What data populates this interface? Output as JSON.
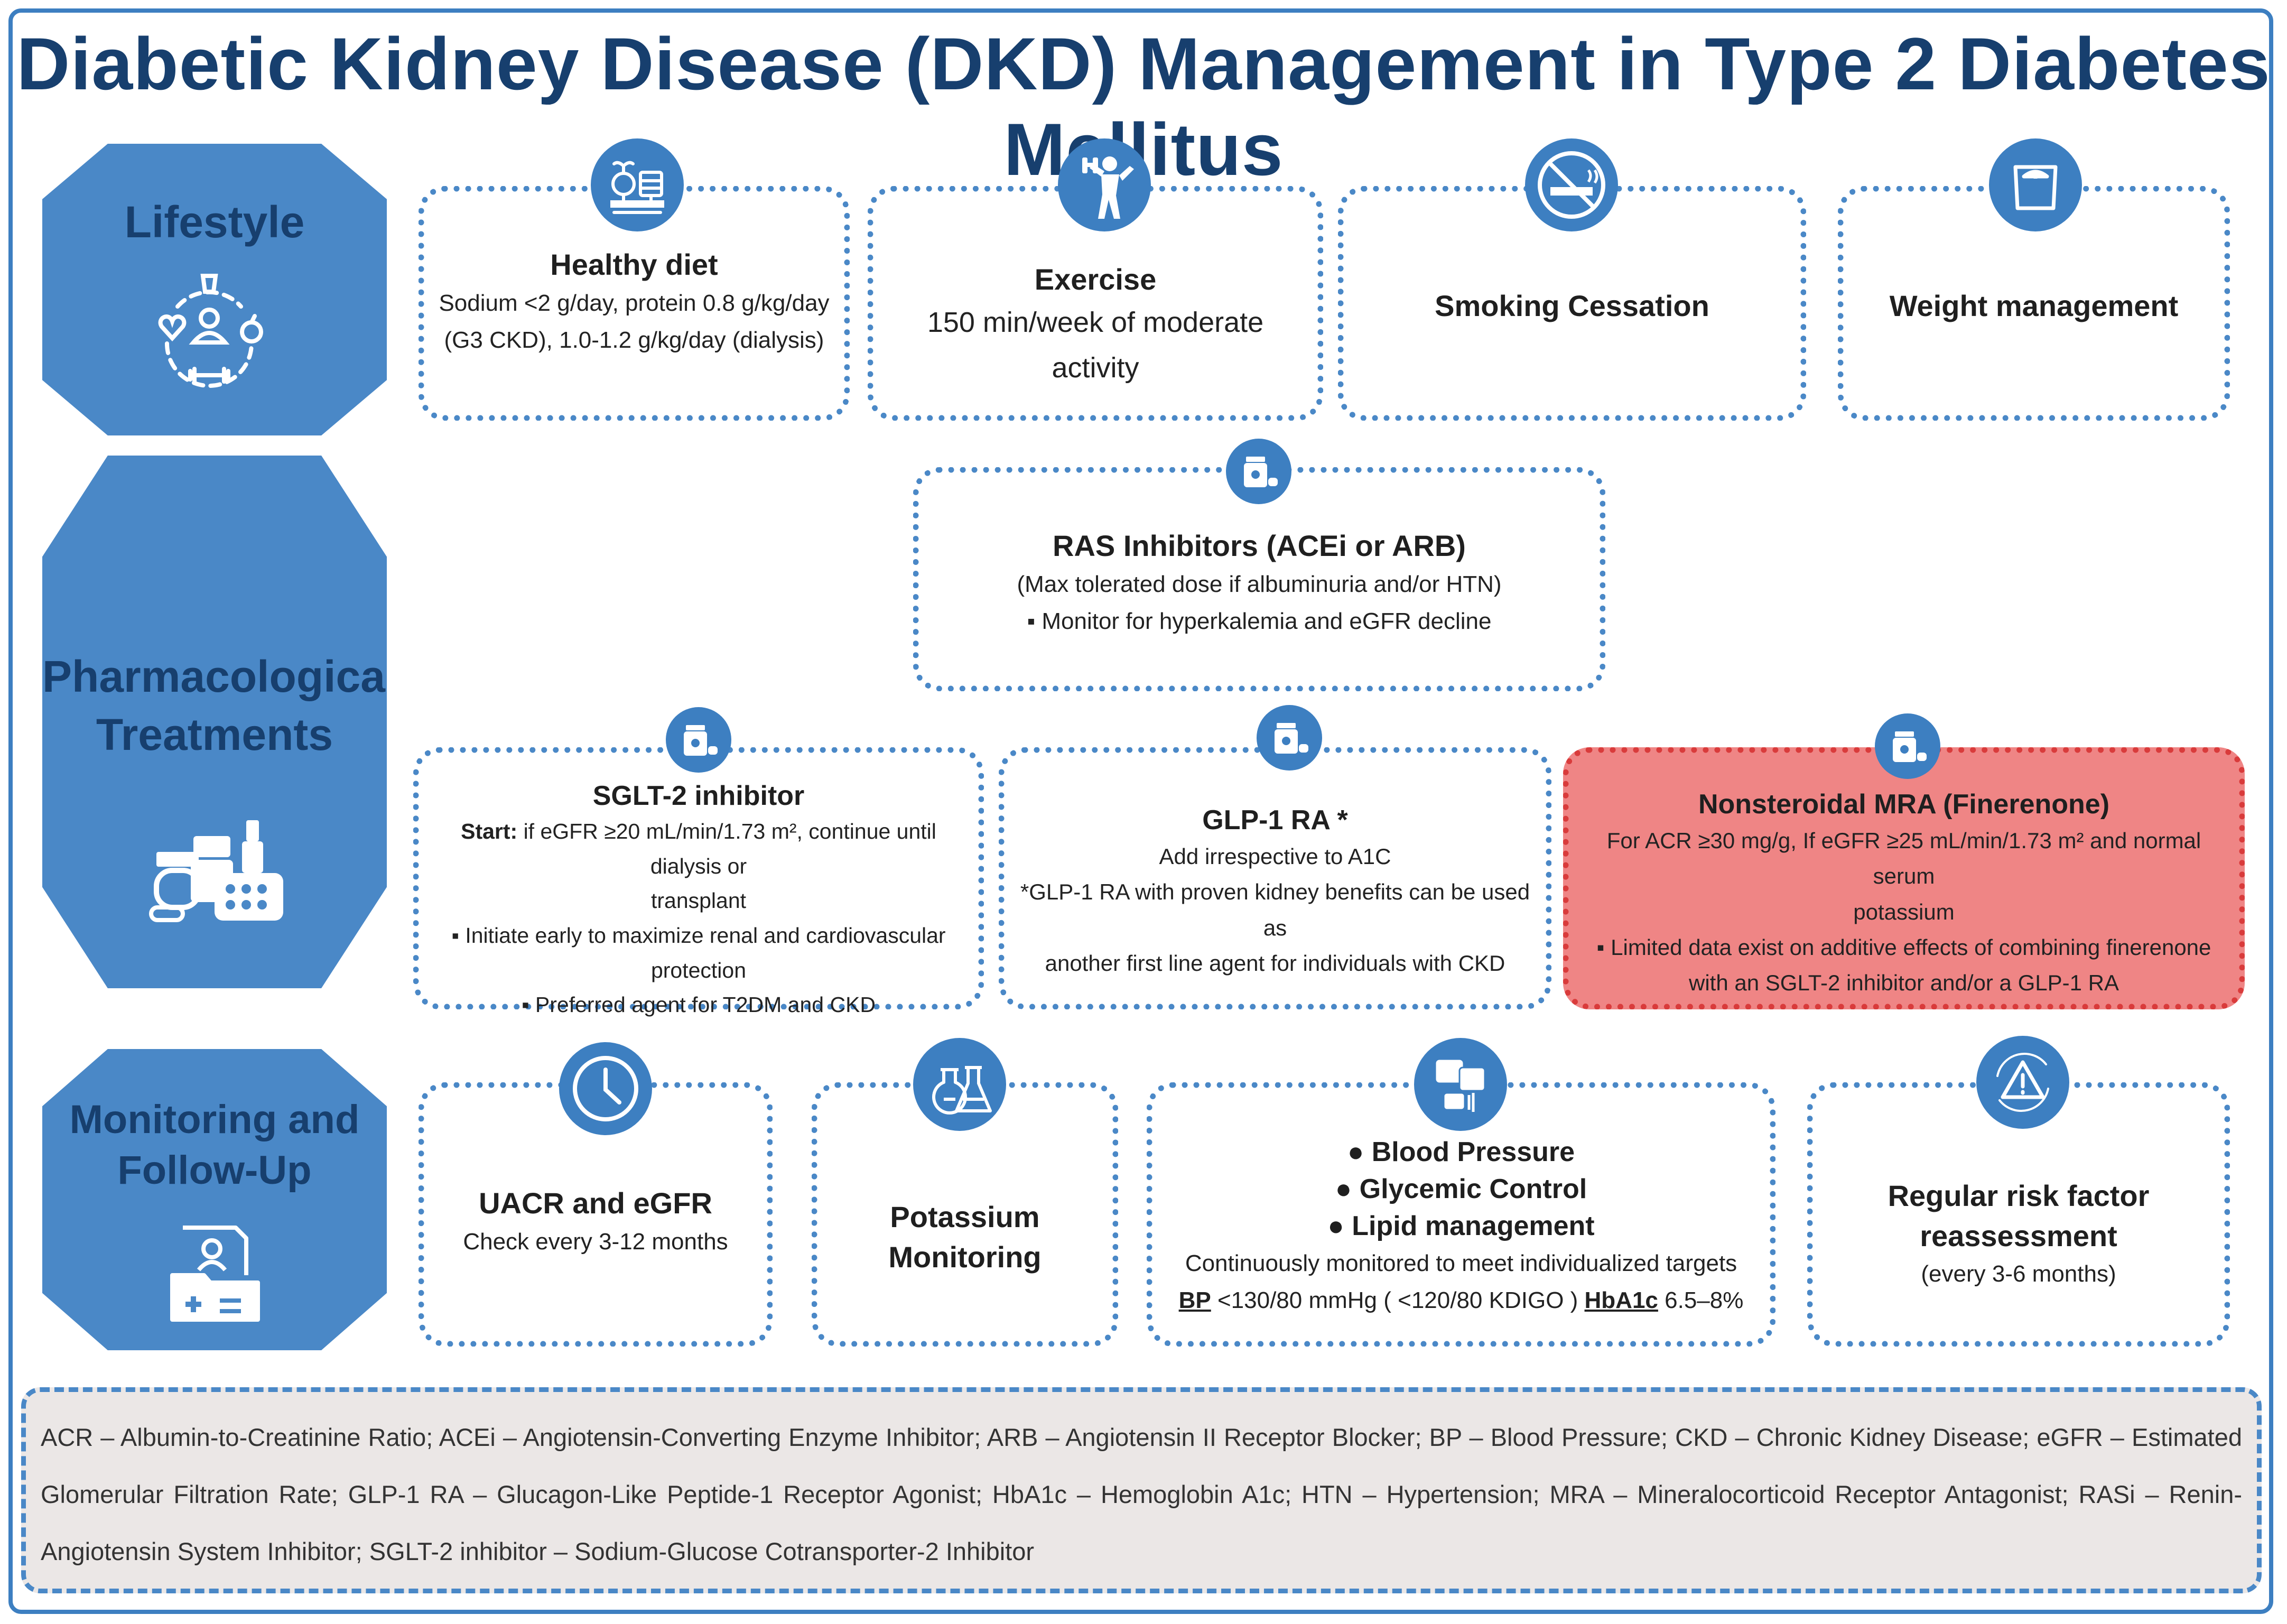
{
  "title": "Diabetic Kidney Disease (DKD) Management in Type 2 Diabetes Mellitus",
  "sections": {
    "lifestyle": "Lifestyle",
    "pharmacological_line1": "Pharmacological",
    "pharmacological_line2": "Treatments",
    "monitoring_line1": "Monitoring and",
    "monitoring_line2": "Follow-Up"
  },
  "lifestyle": {
    "healthy_diet": {
      "title": "Healthy diet",
      "line1": "Sodium <2 g/day, protein 0.8 g/kg/day",
      "line2": "(G3 CKD), 1.0-1.2 g/kg/day (dialysis)"
    },
    "exercise": {
      "title": "Exercise",
      "line1": "150 min/week of moderate activity"
    },
    "smoking": {
      "title": "Smoking Cessation"
    },
    "weight": {
      "title": "Weight management"
    }
  },
  "pharma": {
    "ras": {
      "title": "RAS Inhibitors (ACEi or ARB)",
      "line1": "(Max tolerated dose if albuminuria and/or HTN)",
      "line2": "▪ Monitor for hyperkalemia and eGFR decline"
    },
    "sglt2": {
      "title": "SGLT-2 inhibitor",
      "start_label": "Start:",
      "line1": "if eGFR ≥20  mL/min/1.73 m², continue until dialysis or",
      "line2": "transplant",
      "line3": "▪ Initiate early to maximize renal and cardiovascular",
      "line4": "protection",
      "line5": "▪ Preferred agent for T2DM and CKD"
    },
    "glp1": {
      "title": "GLP-1 RA *",
      "line1": "Add irrespective to A1C",
      "line2": "*GLP-1 RA with proven kidney benefits can be used as",
      "line3": "another first line agent for individuals with CKD"
    },
    "mra": {
      "title": "Nonsteroidal MRA (Finerenone)",
      "line1": "For ACR ≥30 mg/g, If eGFR ≥25  mL/min/1.73 m² and normal serum",
      "line2": "potassium",
      "line3": "▪  Limited data exist on additive effects of combining finerenone",
      "line4": "with an SGLT-2 inhibitor and/or a GLP-1 RA"
    }
  },
  "monitoring": {
    "uacr": {
      "title": "UACR and eGFR",
      "line1": "Check every 3-12 months"
    },
    "potassium": {
      "title": "Potassium Monitoring"
    },
    "targets": {
      "bullet1": "Blood Pressure",
      "bullet2": "Glycemic Control",
      "bullet3": "Lipid management",
      "line1": "Continuously monitored to meet individualized targets",
      "bp_label": "BP",
      "bp_value": " <130/80 mmHg ( <120/80 KDIGO ) ",
      "hba1c_label": "HbA1c",
      "hba1c_value": " 6.5–8%"
    },
    "risk": {
      "title": "Regular risk factor reassessment",
      "line1": "(every 3-6 months)"
    }
  },
  "footer": {
    "abbreviations": "ACR – Albumin-to-Creatinine Ratio; ACEi – Angiotensin-Converting Enzyme Inhibitor; ARB – Angiotensin II Receptor Blocker; BP – Blood Pressure; CKD – Chronic Kidney Disease; eGFR – Estimated Glomerular Filtration Rate; GLP-1 RA – Glucagon-Like Peptide-1 Receptor Agonist; HbA1c – Hemoglobin A1c; HTN – Hypertension; MRA – Mineralocorticoid Receptor Antagonist; RASi – Renin-Angiotensin System Inhibitor; SGLT-2 inhibitor  – Sodium-Glucose Cotransporter-2 Inhibitor"
  },
  "colors": {
    "title": "#173f6e",
    "accent_blue": "#3d7fc1",
    "octagon_blue": "#4a88c7",
    "alert_red_fill": "#ef8585",
    "alert_red_border": "#d93b3b",
    "footer_bg": "#ebe7e6"
  }
}
